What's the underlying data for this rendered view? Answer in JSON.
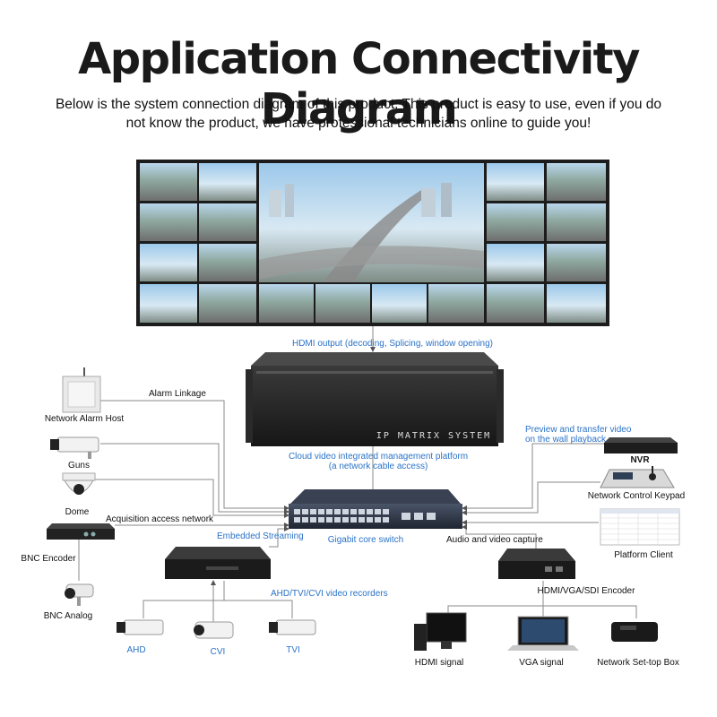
{
  "header": {
    "title": "Application Connectivity Diagram",
    "subtitle": "Below is the system connection diagram of this product. This product is easy to use, even if you do not know the product, we have professional technicians online to guide you!"
  },
  "matrix": {
    "label": "IP MATRIX SYSTEM",
    "hdmi_output": "HDMI output (decoding, Splicing, window opening)",
    "cloud_platform_line1": "Cloud video integrated management platform",
    "cloud_platform_line2": "(a network cable access)"
  },
  "switch": {
    "label": "Gigabit core switch"
  },
  "left_devices": {
    "alarm_host": "Network Alarm Host",
    "alarm_linkage": "Alarm Linkage",
    "guns": "Guns",
    "dome": "Dome",
    "acquisition": "Acquisition access network",
    "bnc_encoder": "BNC Encoder",
    "bnc_analog": "BNC Analog",
    "embedded_streaming": "Embedded Streaming",
    "recorders": "AHD/TVI/CVI video recorders",
    "cam_ahd": "AHD",
    "cam_cvi": "CVI",
    "cam_tvi": "TVI"
  },
  "right_devices": {
    "preview_line1": "Preview and transfer video",
    "preview_line2": "on the wall playback",
    "nvr": "NVR",
    "keypad": "Network Control Keypad",
    "platform_client": "Platform Client",
    "audio_video": "Audio and video capture",
    "encoder": "HDMI/VGA/SDI Encoder",
    "hdmi_signal": "HDMI signal",
    "vga_signal": "VGA signal",
    "settop": "Network Set-top Box"
  },
  "colors": {
    "accent_blue": "#2b73c7",
    "wire": "#8a8a8a"
  }
}
